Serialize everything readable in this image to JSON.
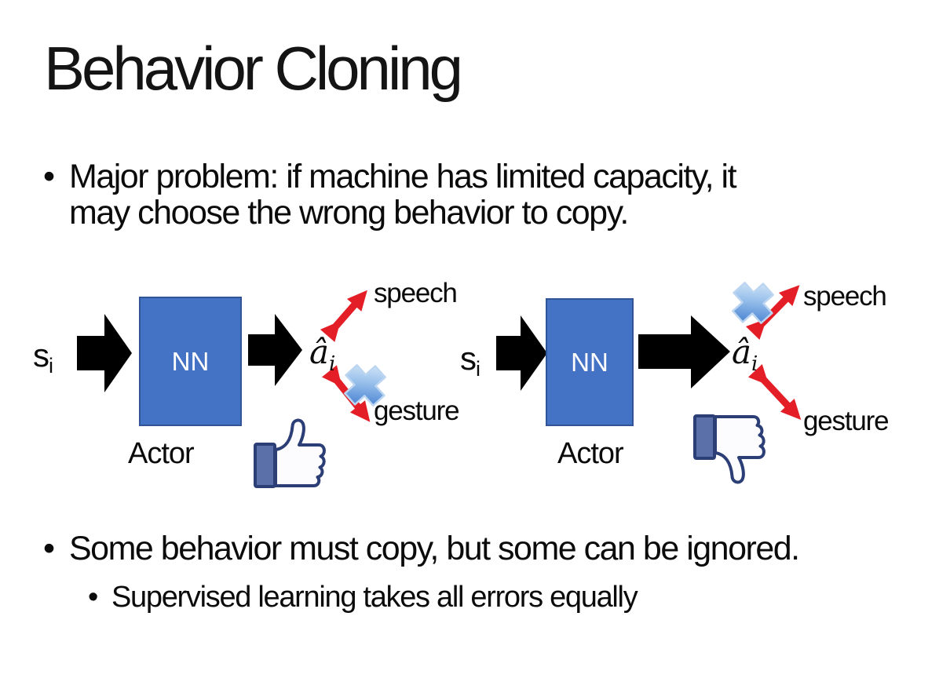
{
  "slide": {
    "title": "Behavior Cloning",
    "bullets": {
      "marker": "•",
      "main1_line1": "Major problem: if machine has limited capacity, it",
      "main1_line2": "may choose the wrong behavior to copy.",
      "main2": "Some behavior must copy, but some can be ignored.",
      "sub1": "Supervised learning takes all errors equally"
    }
  },
  "diagram": {
    "left": {
      "input_base": "s",
      "input_sub": "i",
      "nn_label": "NN",
      "output_base": "â",
      "output_sub": "i",
      "speech_label": "speech",
      "gesture_label": "gesture",
      "actor_label": "Actor",
      "feedback_icon": "thumbs-up",
      "crossed_out_action": "gesture"
    },
    "right": {
      "input_base": "s",
      "input_sub": "i",
      "nn_label": "NN",
      "output_base": "â",
      "output_sub": "i",
      "speech_label": "speech",
      "gesture_label": "gesture",
      "actor_label": "Actor",
      "feedback_icon": "thumbs-down",
      "crossed_out_action": "speech"
    }
  },
  "colors": {
    "background": "#FFFFFF",
    "text": "#0B0B0B",
    "nn_box_fill": "#4472C4",
    "nn_box_border": "#2F5597",
    "nn_text": "#FFFFFF",
    "black_arrow": "#000000",
    "red_arrow": "#E41E26",
    "cross_blue_light": "#E9F2FC",
    "cross_blue_dark": "#3875CD",
    "thumb_outline": "#2C3E76",
    "thumb_sleeve": "#5B6FA8",
    "thumb_hand": "#FCFCFE"
  }
}
